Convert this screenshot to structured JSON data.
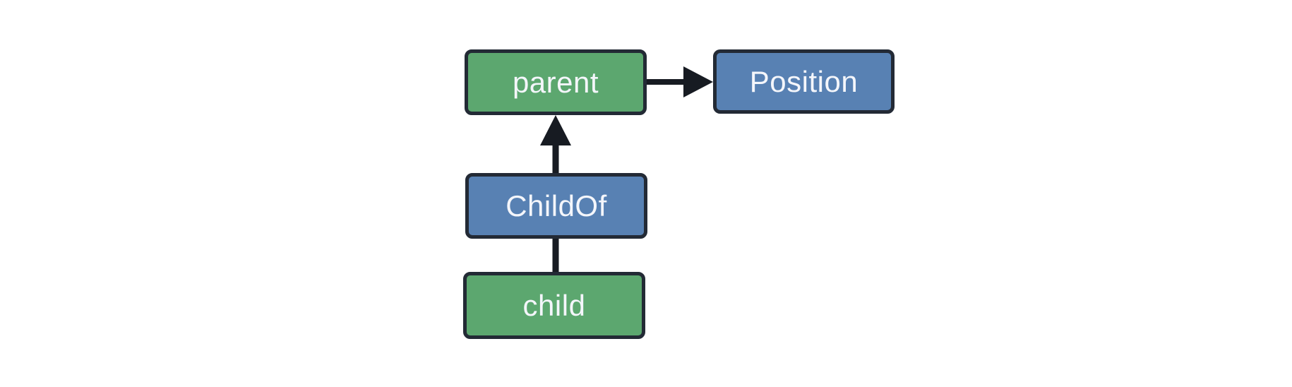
{
  "diagram": {
    "background_color": "#ffffff",
    "nodes": [
      {
        "id": "parent",
        "label": "parent",
        "shape": "rounded-rect",
        "fill": "#5ca76f",
        "border_color": "#232a35",
        "text_color": "#f4f6fb"
      },
      {
        "id": "Position",
        "label": "Position",
        "shape": "rounded-rect",
        "fill": "#5881b3",
        "border_color": "#232a35",
        "text_color": "#f4f6fb"
      },
      {
        "id": "ChildOf",
        "label": "ChildOf",
        "shape": "rounded-rect",
        "fill": "#5881b3",
        "border_color": "#232a35",
        "text_color": "#f4f6fb"
      },
      {
        "id": "child",
        "label": "child",
        "shape": "rounded-rect",
        "fill": "#5ca76f",
        "border_color": "#232a35",
        "text_color": "#f4f6fb"
      }
    ],
    "edges": [
      {
        "from": "parent",
        "to": "Position",
        "style": "arrow",
        "direction": "right",
        "color": "#171b22"
      },
      {
        "from": "ChildOf",
        "to": "parent",
        "style": "arrow",
        "direction": "up",
        "color": "#171b22"
      },
      {
        "from": "child",
        "to": "ChildOf",
        "style": "line",
        "direction": "up",
        "color": "#171b22"
      }
    ]
  }
}
